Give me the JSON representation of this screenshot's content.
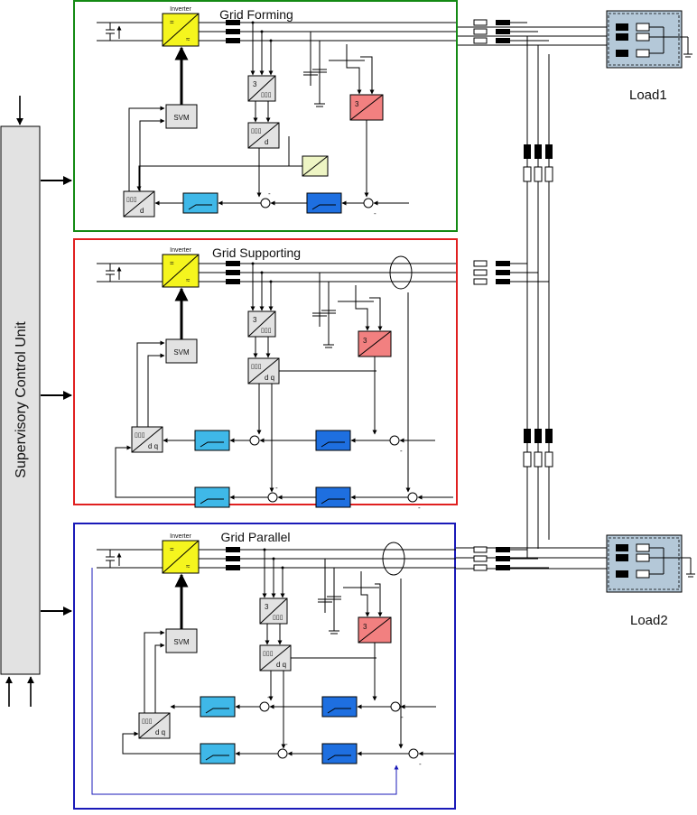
{
  "supervisory": {
    "label": "Supervisory Control Unit"
  },
  "sections": [
    {
      "id": "forming",
      "title": "Grid Forming",
      "border_color": "#148a14",
      "inverter_label": "Inverter",
      "svm_label": "SVM",
      "clarke_label": "3",
      "park_label": "d",
      "pwm_label": "d"
    },
    {
      "id": "supporting",
      "title": "Grid Supporting",
      "border_color": "#e02020",
      "inverter_label": "Inverter",
      "svm_label": "SVM",
      "clarke_label": "3",
      "park_label": "d q",
      "pwm_label": "d q"
    },
    {
      "id": "parallel",
      "title": "Grid Parallel",
      "border_color": "#1a1ab8",
      "inverter_label": "Inverter",
      "svm_label": "SVM",
      "clarke_label": "3",
      "park_label": "d q",
      "pwm_label": "d q"
    }
  ],
  "loads": [
    {
      "id": "load1",
      "label": "Load1"
    },
    {
      "id": "load2",
      "label": "Load2"
    }
  ],
  "inverter_symbols": {
    "dc": "=",
    "ac": "≈"
  },
  "red_block_label": "3",
  "minus_sign": "-",
  "colors": {
    "inverter_fill": "#f5f51e",
    "red_block_fill": "#f28080",
    "light_block_fill": "#3fb8e8",
    "dark_block_fill": "#1e6fe0",
    "green_block_fill": "#eef5c4",
    "load_fill": "#b4c8d8",
    "gray_fill": "#e2e2e2",
    "parallel_feedback": "#1a1ab8"
  }
}
